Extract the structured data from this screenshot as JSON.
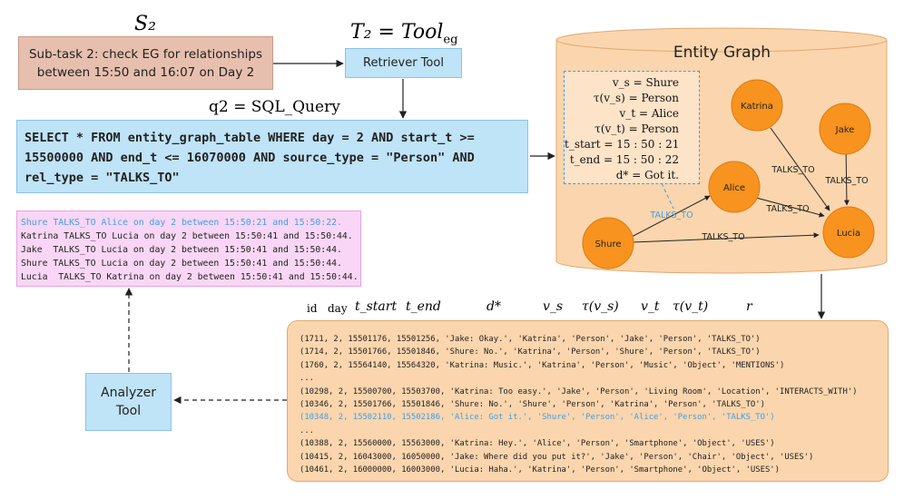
{
  "s2": {
    "label": "S₂",
    "line1": "Sub-task 2: check EG for relationships",
    "line2": "between  15:50 and 16:07 on Day 2"
  },
  "t2": {
    "label": "T₂ = Tool",
    "subscript": "eg"
  },
  "retriever": {
    "label": "Retriever Tool"
  },
  "q2": {
    "label": "q2 = SQL_Query"
  },
  "sql": {
    "line1": "SELECT * FROM entity_graph_table WHERE day = 2 AND start_t >=",
    "line2": "15500000 AND end_t <= 16070000 AND source_type = \"Person\" AND",
    "line3": "rel_type = \"TALKS_TO\""
  },
  "results": [
    "Shure TALKS_TO Alice on day 2 between 15:50:21 and 15:50:22.",
    "Katrina TALKS_TO Lucia on day 2 between 15:50:41 and 15:50:44.",
    "Jake  TALKS_TO Lucia on day 2 between 15:50:41 and 15:50:44.",
    "Shure TALKS_TO Lucia on day 2 between 15:50:41 and 15:50:44.",
    "Lucia  TALKS_TO Katrina on day 2 between 15:50:41 and 15:50:44."
  ],
  "analyzer": {
    "line1": "Analyzer",
    "line2": "Tool"
  },
  "entity_graph": {
    "title": "Entity Graph",
    "nodes": [
      "Katrina",
      "Jake",
      "Alice",
      "Shure",
      "Lucia"
    ],
    "edges": [
      {
        "from": "Katrina",
        "to": "Lucia",
        "label": "TALKS_TO"
      },
      {
        "from": "Jake",
        "to": "Lucia",
        "label": "TALKS_TO"
      },
      {
        "from": "Alice",
        "to": "Lucia",
        "label": "TALKS_TO"
      },
      {
        "from": "Shure",
        "to": "Alice",
        "label": "TALKS_TO"
      },
      {
        "from": "Shure",
        "to": "Lucia",
        "label": "TALKS_TO"
      }
    ],
    "attributes": [
      "v_s = Shure",
      "τ(v_s) = Person",
      "v_t = Alice",
      "τ(v_t) = Person",
      "t_start = 15 : 50 : 21",
      "t_end = 15 : 50 : 22",
      "d* = Got it."
    ]
  },
  "table_header": [
    "id",
    "day",
    "t_start",
    "t_end",
    "d*",
    "v_s",
    "τ(v_s)",
    "v_t",
    "τ(v_t)",
    "r"
  ],
  "tuples": [
    "(1711, 2, 15501176, 15501256, 'Jake: Okay.', 'Katrina', 'Person', 'Jake', 'Person', 'TALKS_TO')",
    "(1714, 2, 15501766, 15501846, 'Shure: No.', 'Katrina', 'Person', 'Shure', 'Person', 'TALKS_TO')",
    "(1760, 2, 15564140, 15564320, 'Katrina: Music.', 'Katrina', 'Person', 'Music', 'Object', 'MENTIONS')",
    "...",
    "(10298, 2, 15500700, 15503700, 'Katrina: Too easy.', 'Jake', 'Person', 'Living Room', 'Location', 'INTERACTS_WITH')",
    "(10346, 2, 15501766, 15501846, 'Shure: No.', 'Shure', 'Person', 'Katrina', 'Person', 'TALKS_TO')",
    "(10348, 2, 15502110, 15502186, 'Alice: Got it.', 'Shure', 'Person', 'Alice', 'Person', 'TALKS_TO')",
    "...",
    "(10388, 2, 15560000, 15563000, 'Katrina: Hey.', 'Alice', 'Person', 'Smartphone', 'Object', 'USES')",
    "(10415, 2, 16043000, 16050000, 'Jake: Where did you put it?', 'Jake', 'Person', 'Chair', 'Object', 'USES')",
    "(10461, 2, 16000000, 16003000, 'Lucia: Haha.', 'Katrina', 'Person', 'Smartphone', 'Object', 'USES')"
  ],
  "colors": {
    "task_fill": "#e7bfae",
    "tool_fill": "#bfe3f7",
    "result_fill": "#f9d6f5",
    "graph_fill": "#fbd5ad",
    "node_fill": "#f7931e",
    "highlight": "#3da0e8"
  }
}
